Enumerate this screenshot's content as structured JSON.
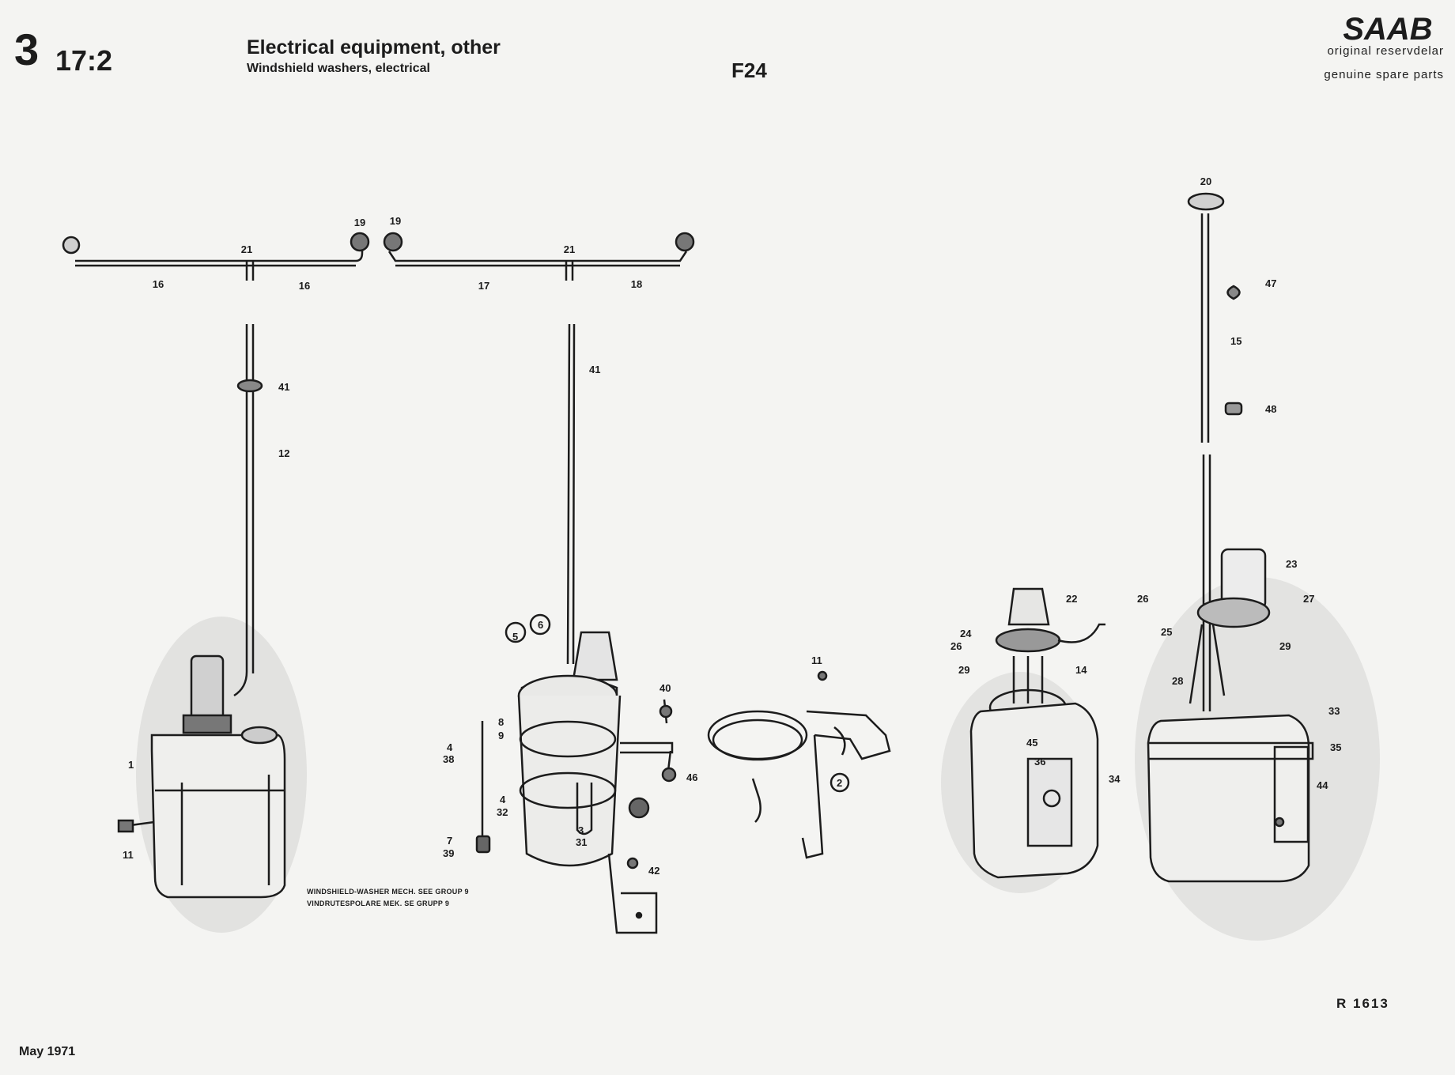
{
  "header": {
    "section": "3",
    "group": "17:2",
    "title": "Electrical equipment, other",
    "subtitle": "Windshield washers, electrical",
    "page_code": "F24",
    "brand": {
      "logo": "SAAB",
      "line1": "original reservdelar",
      "line2": "genuine spare parts"
    }
  },
  "notes": {
    "line1": "WINDSHIELD-WASHER MECH. SEE GROUP 9",
    "line2": "VINDRUTESPOLARE MEK. SE GRUPP 9"
  },
  "footer": {
    "ref": "R 1613",
    "date": "May 1971"
  },
  "callouts": {
    "n19a": "19",
    "n21a": "21",
    "n16a": "16",
    "n16b": "16",
    "n19b": "19",
    "n21b": "21",
    "n17": "17",
    "n18": "18",
    "n41a": "41",
    "n12": "12",
    "n1": "1",
    "n11": "11",
    "n41b": "41",
    "n5": "5",
    "n40": "40",
    "n8": "8",
    "n9": "9",
    "n4a": "4",
    "n38": "38",
    "n4b": "4",
    "n32": "32",
    "n7": "7",
    "n39": "39",
    "n3": "3",
    "n31": "31",
    "n46": "46",
    "n42": "42",
    "n6": "6",
    "n11b": "11",
    "n2": "2",
    "n20": "20",
    "n47": "47",
    "n15": "15",
    "n48": "48",
    "n23": "23",
    "n26a": "26",
    "n27a": "27",
    "n25": "25",
    "n29a": "29",
    "n28": "28",
    "n33": "33",
    "n35": "35",
    "n44": "44",
    "n22": "22",
    "n24": "24",
    "n26b": "26",
    "n29b": "29",
    "n14": "14",
    "n45": "45",
    "n36a": "36",
    "n34": "34"
  }
}
